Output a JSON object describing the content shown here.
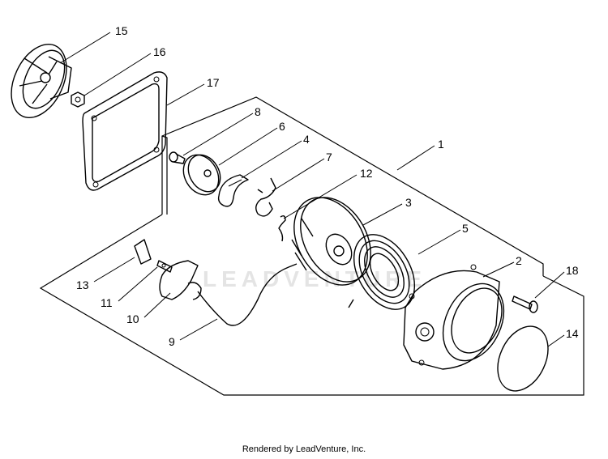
{
  "callouts": [
    {
      "id": "c1",
      "label": "1"
    },
    {
      "id": "c2",
      "label": "2"
    },
    {
      "id": "c3",
      "label": "3"
    },
    {
      "id": "c4",
      "label": "4"
    },
    {
      "id": "c5",
      "label": "5"
    },
    {
      "id": "c6",
      "label": "6"
    },
    {
      "id": "c7",
      "label": "7"
    },
    {
      "id": "c8",
      "label": "8"
    },
    {
      "id": "c9",
      "label": "9"
    },
    {
      "id": "c10",
      "label": "10"
    },
    {
      "id": "c11",
      "label": "11"
    },
    {
      "id": "c12",
      "label": "12"
    },
    {
      "id": "c13",
      "label": "13"
    },
    {
      "id": "c14",
      "label": "14"
    },
    {
      "id": "c15",
      "label": "15"
    },
    {
      "id": "c16",
      "label": "16"
    },
    {
      "id": "c17",
      "label": "17"
    },
    {
      "id": "c18",
      "label": "18"
    }
  ],
  "watermark": "LEADVENTURE",
  "footer": "Rendered by LeadVenture, Inc."
}
